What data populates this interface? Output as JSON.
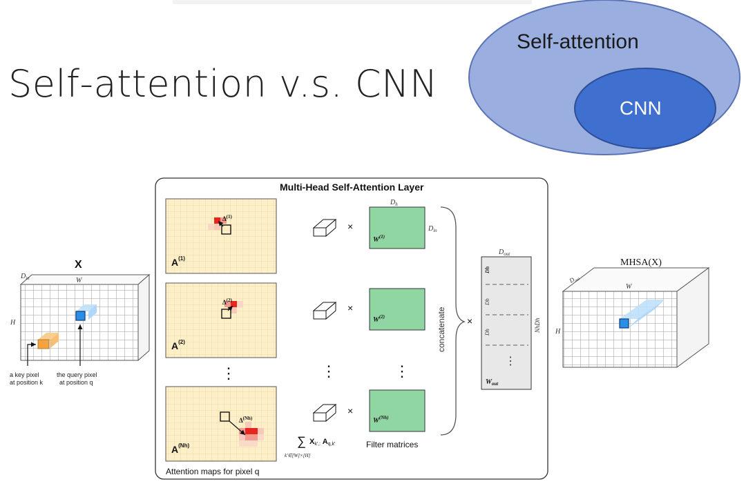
{
  "slide": {
    "title": "Self-attention v.s. CNN"
  },
  "venn": {
    "outer_label": "Self-attention",
    "inner_label": "CNN",
    "outer_color": "#9aaedf",
    "inner_color": "#3f6fcf"
  },
  "input_tensor": {
    "title": "X",
    "dim_depth": "D",
    "dim_depth_sub": "in",
    "dim_width": "W",
    "dim_height": "H",
    "key_label_line1": "a key pixel",
    "key_label_line2": "at position k",
    "query_label_line1": "the query pixel",
    "query_label_line2": "at position q"
  },
  "layer": {
    "title": "Multi-Head Self-Attention Layer",
    "attention_caption": "Attention maps for pixel q",
    "sum_label": "X",
    "filter_caption": "Filter matrices",
    "concat_label": "concatenate",
    "times": "×",
    "dots": "⋮",
    "heads": [
      {
        "map_label": "A",
        "map_sup": "(1)",
        "delta_sup": "(1)",
        "weight_sup": "(1)"
      },
      {
        "map_label": "A",
        "map_sup": "(2)",
        "delta_sup": "(2)",
        "weight_sup": "(2)"
      },
      {
        "map_label": "A",
        "map_sup": "(Nh)",
        "delta_sup": "(Nh)",
        "weight_sup": "(Nh)"
      }
    ],
    "weight_top_label": "D",
    "weight_side_label": "D",
    "out_matrix_top": "D",
    "out_matrix_side": "NhDh",
    "out_matrix_rows": [
      "Dh",
      "Dh",
      "Dh"
    ],
    "out_matrix_bottom": "W"
  },
  "output_tensor": {
    "title": "MHSA(X)",
    "dim_depth": "D",
    "dim_width": "W",
    "dim_height": "H"
  },
  "colors": {
    "map_bg": "#fdf0c8",
    "map_grid": "#f3dcb0",
    "heat_strong": "#e8241f",
    "heat_mid": "#f39a8f",
    "heat_light": "#f8c9b8",
    "weight_green": "#90d6a3",
    "query_blue": "#2b8ee6",
    "key_orange": "#f5a340"
  }
}
